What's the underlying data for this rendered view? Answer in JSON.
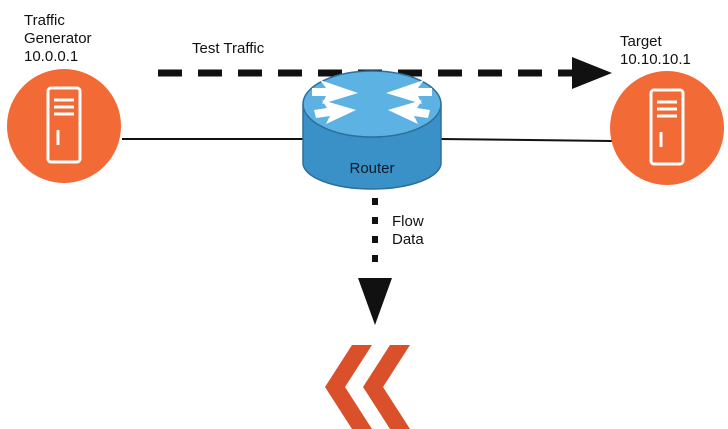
{
  "traffic_generator": {
    "name_line1": "Traffic",
    "name_line2": "Generator",
    "ip": "10.0.0.1",
    "icon": "server-icon"
  },
  "target": {
    "name": "Target",
    "ip": "10.10.10.1",
    "icon": "server-icon"
  },
  "router": {
    "label": "Router",
    "icon": "router-icon"
  },
  "test_traffic": {
    "label": "Test Traffic"
  },
  "flow_data": {
    "label_line1": "Flow",
    "label_line2": "Data"
  },
  "collector": {
    "icon": "kentik-logo-icon"
  },
  "colors": {
    "node_orange": "#f26a35",
    "router_blue": "#3f9fd2",
    "router_dark": "#2e6e9c",
    "logo_red": "#d9502b",
    "line": "#111111"
  }
}
